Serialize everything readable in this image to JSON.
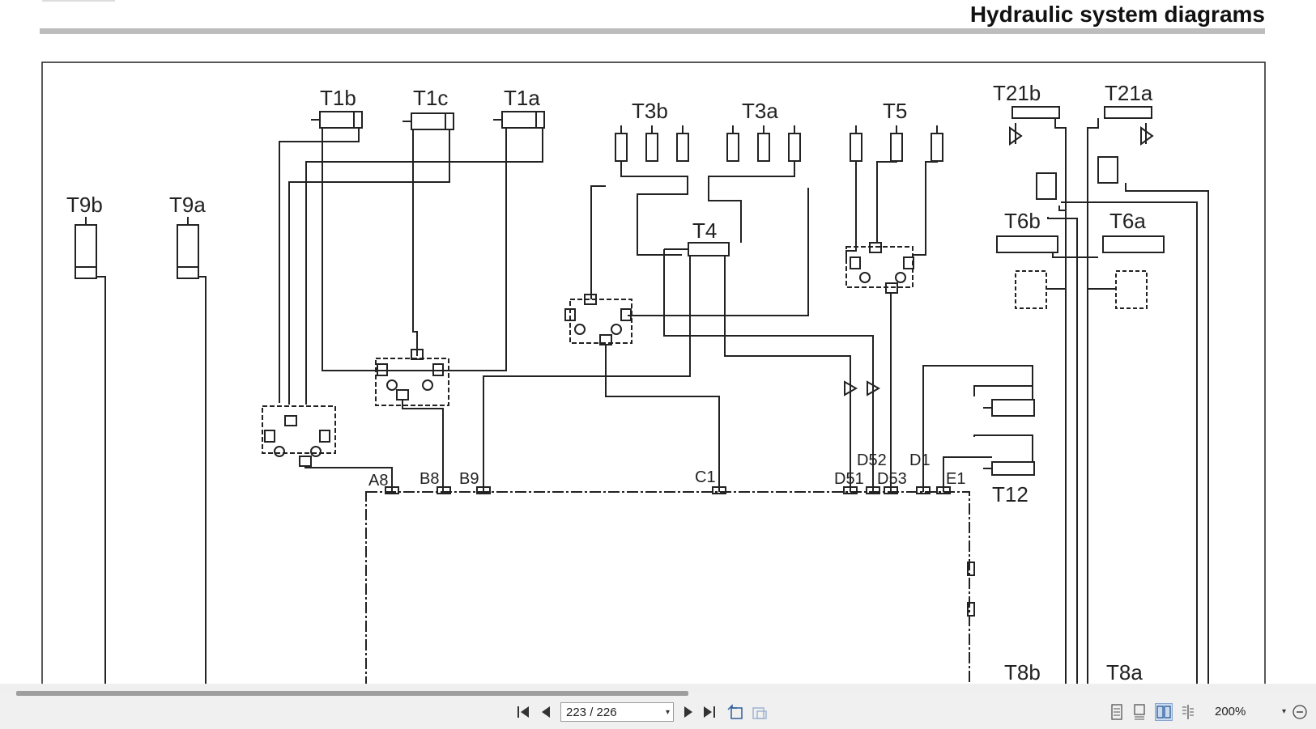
{
  "header": {
    "title": "Hydraulic system diagrams"
  },
  "diagram": {
    "labels": {
      "T1b": "T1b",
      "T1c": "T1c",
      "T1a": "T1a",
      "T3b": "T3b",
      "T3a": "T3a",
      "T5": "T5",
      "T21b": "T21b",
      "T21a": "T21a",
      "T9b": "T9b",
      "T9a": "T9a",
      "T4": "T4",
      "T6b": "T6b",
      "T6a": "T6a",
      "T12": "T12",
      "T8b": "T8b",
      "T8a": "T8a"
    },
    "ports": {
      "A8": "A8",
      "B8": "B8",
      "B9": "B9",
      "C1": "C1",
      "D51": "D51",
      "D52": "D52",
      "D53": "D53",
      "D1": "D1",
      "E1": "E1"
    }
  },
  "toolbar": {
    "first_page_icon": "first-page-icon",
    "prev_page_icon": "prev-page-icon",
    "next_page_icon": "next-page-icon",
    "last_page_icon": "last-page-icon",
    "page_indicator": "223 / 226",
    "zoom": "200%"
  }
}
